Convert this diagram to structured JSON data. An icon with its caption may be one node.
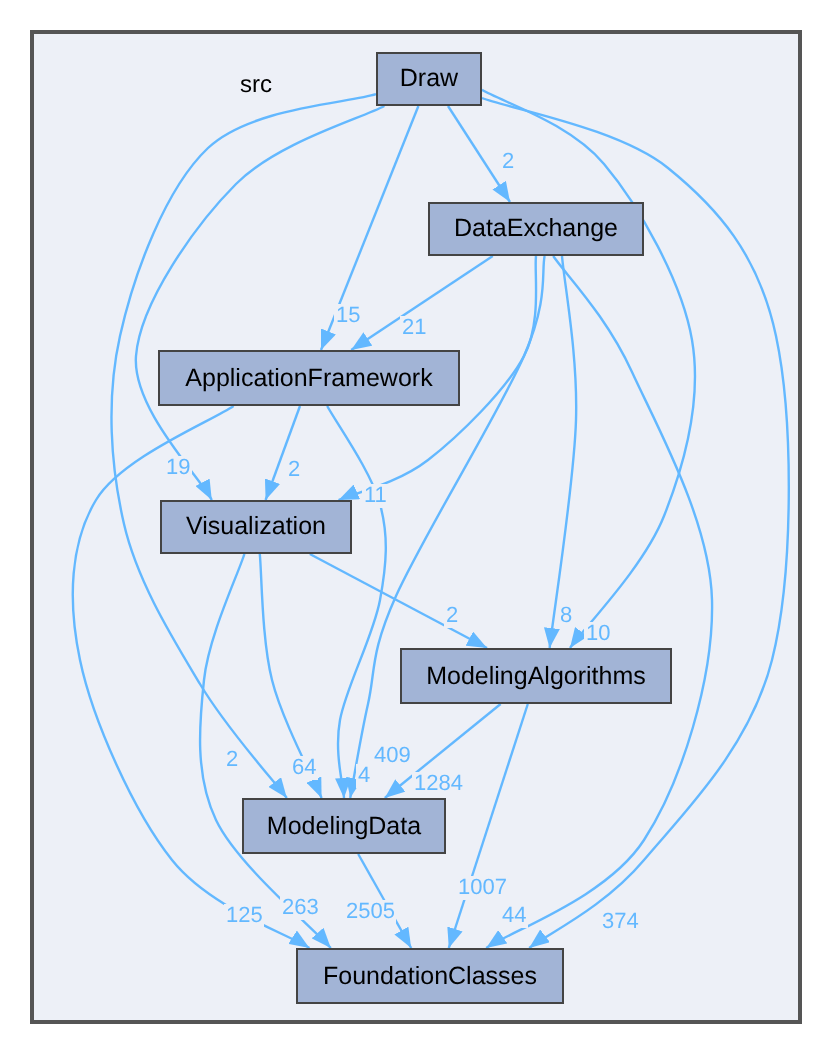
{
  "diagram": {
    "nodes": [
      {
        "text": [
          "src"
        ]
      },
      {
        "text": [
          "Draw"
        ],
        "in": 0
      },
      {
        "text": [
          "DataExchange"
        ],
        "in": 0
      },
      {
        "text": [
          "ApplicationFramework"
        ],
        "in": 0
      },
      {
        "text": [
          "Visualization"
        ],
        "in": 0
      },
      {
        "text": [
          "ModelingAlgorithms"
        ],
        "in": 0
      },
      {
        "text": [
          "ModelingData"
        ],
        "in": 0
      },
      {
        "text": [
          "FoundationClasses"
        ],
        "in": 0
      }
    ],
    "edges": [
      {
        "from": 1,
        "to": 2,
        "arrow": "to",
        "label": "2"
      },
      {
        "from": 1,
        "to": 3,
        "arrow": "to",
        "label": "15"
      },
      {
        "from": 1,
        "to": 4,
        "arrow": "to",
        "label": "19"
      },
      {
        "from": 1,
        "to": 6,
        "arrow": "to",
        "label": "2"
      },
      {
        "from": 1,
        "to": 5,
        "arrow": "to",
        "label": "10"
      },
      {
        "from": 1,
        "to": 7,
        "arrow": "to",
        "label": "374"
      },
      {
        "from": 2,
        "to": 3,
        "arrow": "to",
        "label": "21"
      },
      {
        "from": 2,
        "to": 4,
        "arrow": "to",
        "label": "11"
      },
      {
        "from": 2,
        "to": 5,
        "arrow": "to",
        "label": "8"
      },
      {
        "from": 2,
        "to": 6,
        "arrow": "to",
        "label": "409"
      },
      {
        "from": 2,
        "to": 7,
        "arrow": "to",
        "label": "44"
      },
      {
        "from": 3,
        "to": 4,
        "arrow": "to",
        "label": "2"
      },
      {
        "from": 3,
        "to": 6,
        "arrow": "to",
        "label": "4"
      },
      {
        "from": 3,
        "to": 7,
        "arrow": "to",
        "label": "125"
      },
      {
        "from": 4,
        "to": 5,
        "arrow": "to",
        "label": "2"
      },
      {
        "from": 4,
        "to": 6,
        "arrow": "to",
        "label": "64"
      },
      {
        "from": 4,
        "to": 7,
        "arrow": "to",
        "label": "263"
      },
      {
        "from": 5,
        "to": 6,
        "arrow": "to",
        "label": "1284"
      },
      {
        "from": 5,
        "to": 7,
        "arrow": "to",
        "label": "1007"
      },
      {
        "from": 6,
        "to": 7,
        "arrow": "to",
        "label": "2505"
      }
    ]
  }
}
